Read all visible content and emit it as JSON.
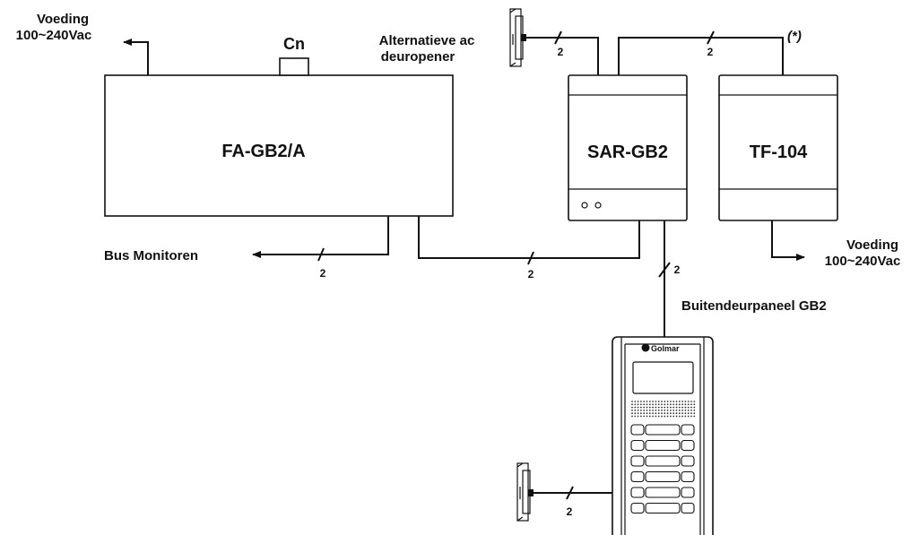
{
  "labels": {
    "voeding_left_line1": "Voeding",
    "voeding_left_line2": "100~240Vac",
    "cn": "Cn",
    "alt_line1": "Alternatieve ac",
    "alt_line2": "deuropener",
    "asterisk": "(*)",
    "fa_gb2a": "FA-GB2/A",
    "sar_gb2": "SAR-GB2",
    "tf_104": "TF-104",
    "voeding_right_line1": "Voeding",
    "voeding_right_line2": "100~240Vac",
    "bus_monitoren": "Bus Monitoren",
    "buitendeurpaneel": "Buitendeurpaneel GB2",
    "panel_brand": "Golmar"
  },
  "wire_counts": {
    "lock_top": "2",
    "sar_tf": "2",
    "bus_monitoren": "2",
    "fa_sar": "2",
    "sar_panel": "2",
    "lock_bottom": "2"
  }
}
